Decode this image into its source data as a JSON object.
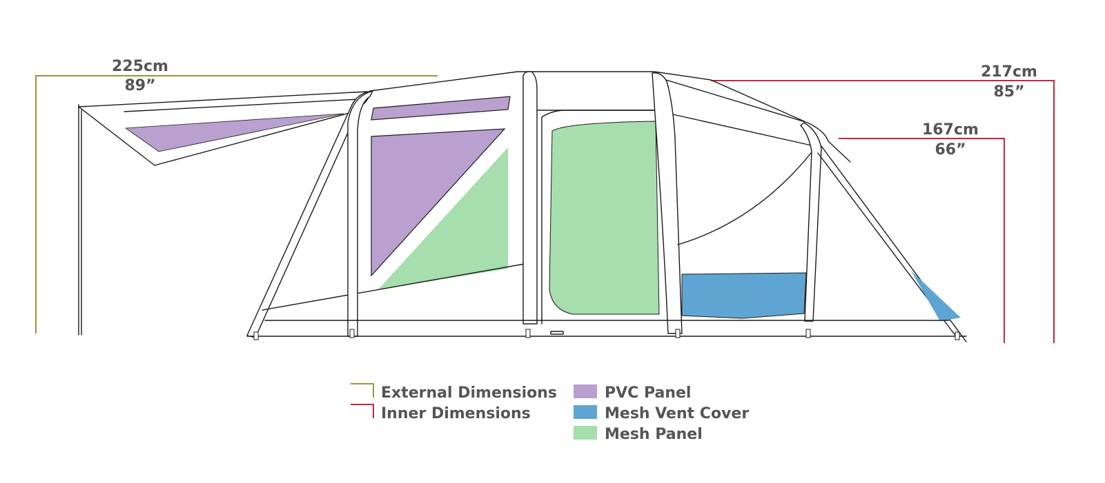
{
  "colors": {
    "external": "#8a9e3a",
    "inner": "#c8253a",
    "pvc": "#b9a0cf",
    "mesh_vent": "#5fa5d4",
    "mesh": "#a6deae",
    "text": "#555555",
    "outline": "#1a1a1a"
  },
  "dimensions": {
    "external_width_cm": "225cm",
    "external_width_in": "89”",
    "external_height_cm": "217cm",
    "external_height_in": "85”",
    "inner_height_cm": "167cm",
    "inner_height_in": "66”"
  },
  "legend": {
    "external": "External Dimensions",
    "inner": "Inner Dimensions",
    "pvc": "PVC Panel",
    "mesh_vent": "Mesh Vent Cover",
    "mesh": "Mesh Panel"
  }
}
